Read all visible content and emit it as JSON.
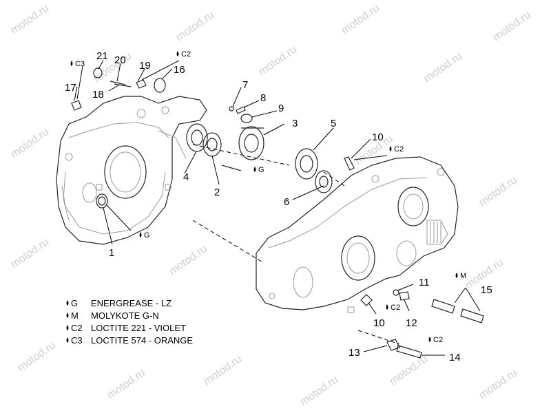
{
  "watermark": "motod.ru",
  "callouts": {
    "n1": "1",
    "n2": "2",
    "n3": "3",
    "n4": "4",
    "n5": "5",
    "n6": "6",
    "n7": "7",
    "n8": "8",
    "n9": "9",
    "n10a": "10",
    "n10b": "10",
    "n11": "11",
    "n12": "12",
    "n13": "13",
    "n14": "14",
    "n15": "15",
    "n16": "16",
    "n17": "17",
    "n18": "18",
    "n19": "19",
    "n20": "20",
    "n21": "21"
  },
  "symbols": {
    "c3": "C3",
    "c2": "C2",
    "g": "G",
    "m": "M"
  },
  "legend": [
    {
      "code": "G",
      "text": "ENERGREASE - LZ"
    },
    {
      "code": "M",
      "text": "MOLYKOTE G-N"
    },
    {
      "code": "C2",
      "text": "LOCTITE 221 - VIOLET"
    },
    {
      "code": "C3",
      "text": "LOCTITE 574 - ORANGE"
    }
  ]
}
